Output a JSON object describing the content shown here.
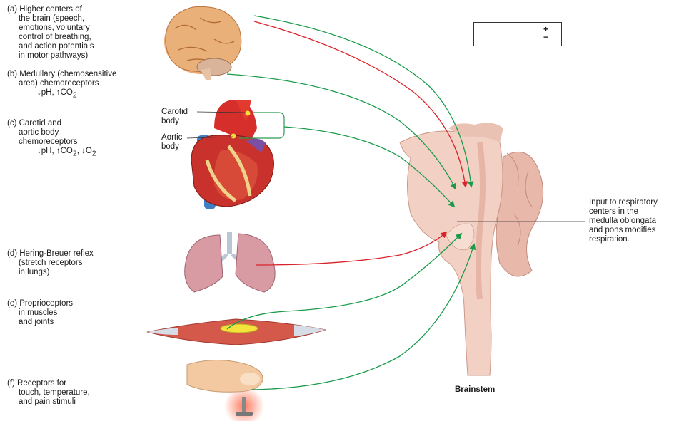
{
  "receptors": [
    {
      "id": "a",
      "lines": [
        "(a) Higher centers of",
        "the brain (speech,",
        "emotions, voluntary",
        "control of breathing,",
        "and action potentials",
        "in motor pathways)"
      ]
    },
    {
      "id": "b",
      "lines": [
        "(b) Medullary (chemosensitive",
        "area) chemoreceptors"
      ],
      "chem": [
        "↓pH, ↑CO",
        "2"
      ]
    },
    {
      "id": "c",
      "lines": [
        "(c) Carotid and",
        "aortic body",
        "chemoreceptors"
      ],
      "chem": [
        "↓pH, ↑CO",
        "2",
        ", ↓O",
        "2"
      ]
    },
    {
      "id": "d",
      "lines": [
        "(d) Hering-Breuer reflex",
        "(stretch receptors",
        "in lungs)"
      ]
    },
    {
      "id": "e",
      "lines": [
        "(e) Proprioceptors",
        "in muscles",
        "and joints"
      ]
    },
    {
      "id": "f",
      "lines": [
        "(f) Receptors for",
        "touch, temperature,",
        "and pain stimuli"
      ]
    }
  ],
  "heart_labels": {
    "carotid": [
      "Carotid",
      "body"
    ],
    "aortic": [
      "Aortic",
      "body"
    ]
  },
  "input_label": [
    "Input to respiratory",
    "centers in the",
    "medulla oblongata",
    "and pons modifies",
    "respiration."
  ],
  "brainstem_label": "Brainstem",
  "legend": {
    "plus": "+",
    "minus": "−",
    "excitatory_color": "#1a9a4a",
    "inhibitory_color": "#d8232a"
  }
}
